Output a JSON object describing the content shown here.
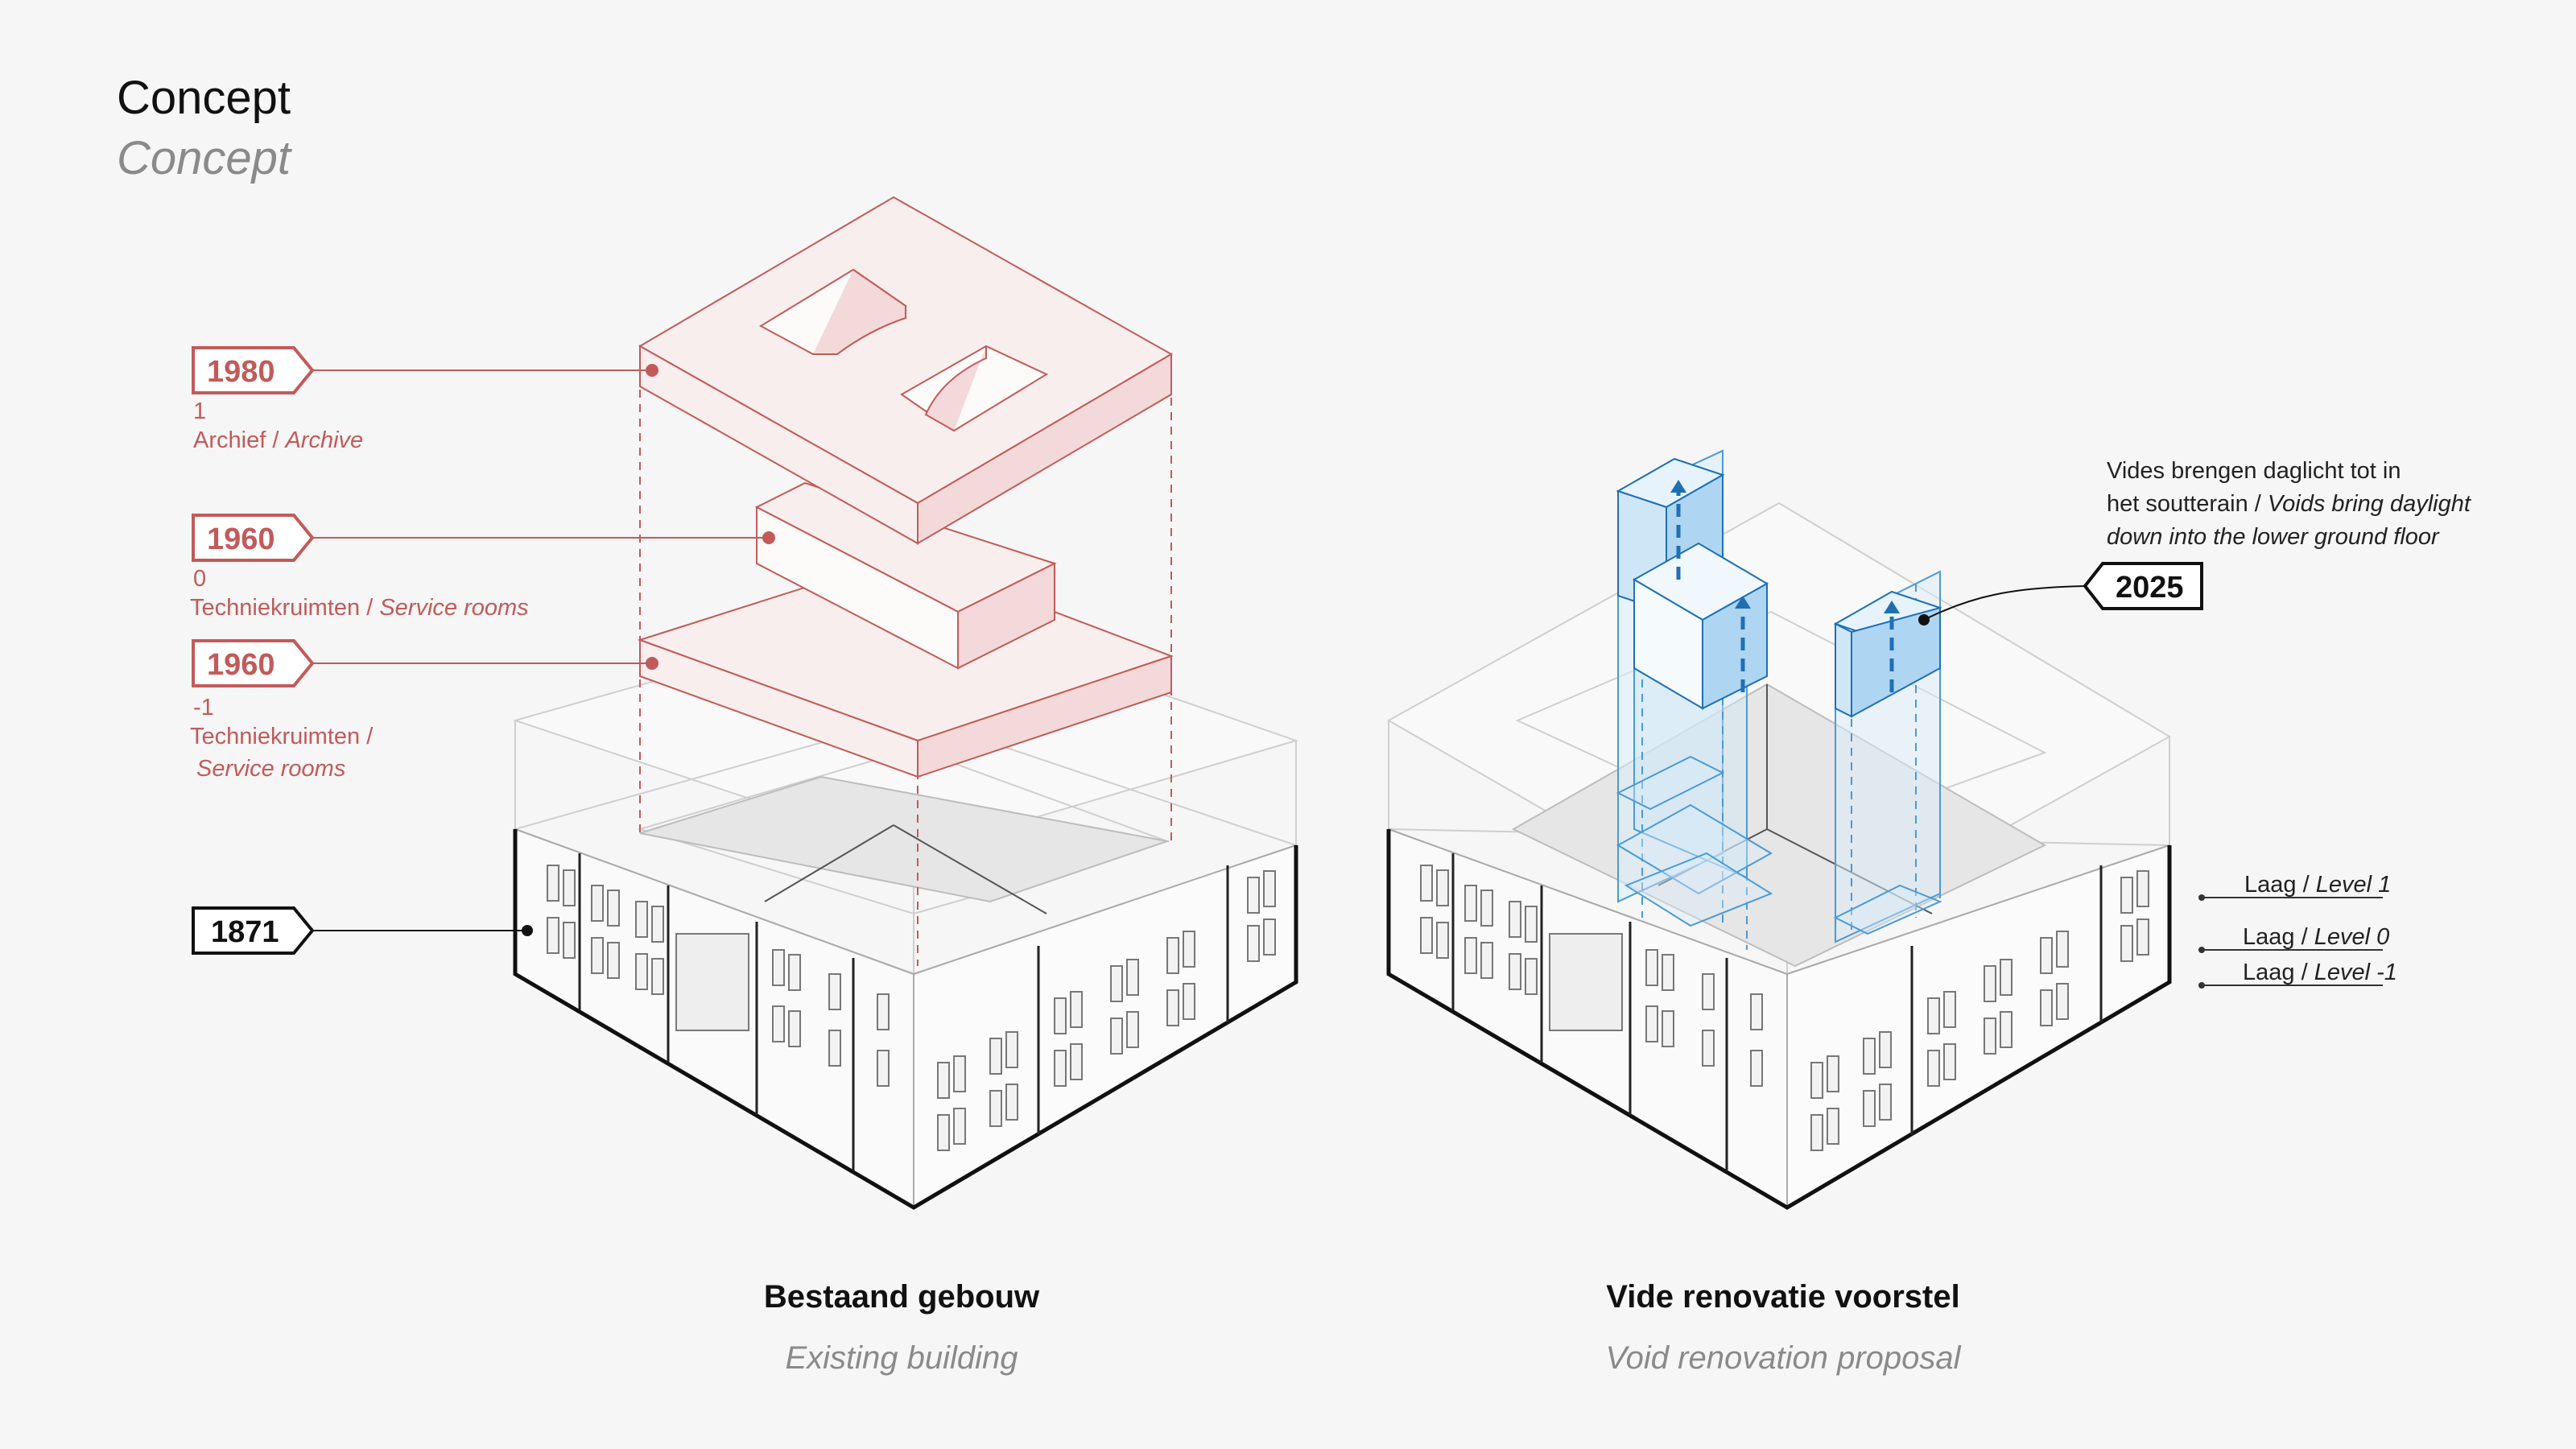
{
  "title": {
    "nl": "Concept",
    "en": "Concept"
  },
  "colors": {
    "old_red": "#c25a5a",
    "red_fill": "#f8eeee",
    "red_side": "#f3d9d9",
    "blue": "#1f6fb5",
    "blue_fill": "#bfe0f5",
    "black": "#111111",
    "grey_text": "#8a8a8a"
  },
  "left_labels": [
    {
      "year": "1980",
      "level": "1",
      "name_nl": "Archief / ",
      "name_en": "Archive",
      "name_en2": ""
    },
    {
      "year": "1960",
      "level": "0",
      "name_nl": "Techniekruimten / ",
      "name_en": "Service rooms",
      "name_en2": ""
    },
    {
      "year": "1960",
      "level": "-1",
      "name_nl": "Techniekruimten /",
      "name_en": "",
      "name_en2": "Service rooms"
    }
  ],
  "base_tag": {
    "year": "1871"
  },
  "new_tag": {
    "year": "2025"
  },
  "annotation": {
    "line1": "Vides brengen daglicht tot in",
    "line2_nl": "het soutterain / ",
    "line2_en": "Voids bring daylight",
    "line3_en": "down into the lower ground floor"
  },
  "levels": [
    {
      "nl": "Laag / ",
      "en": "Level 1"
    },
    {
      "nl": "Laag / ",
      "en": "Level 0"
    },
    {
      "nl": "Laag / ",
      "en": "Level -1"
    }
  ],
  "captions": {
    "left": {
      "nl": "Bestaand gebouw",
      "en": "Existing building"
    },
    "right": {
      "nl": "Vide renovatie voorstel",
      "en": "Void renovation proposal"
    }
  }
}
